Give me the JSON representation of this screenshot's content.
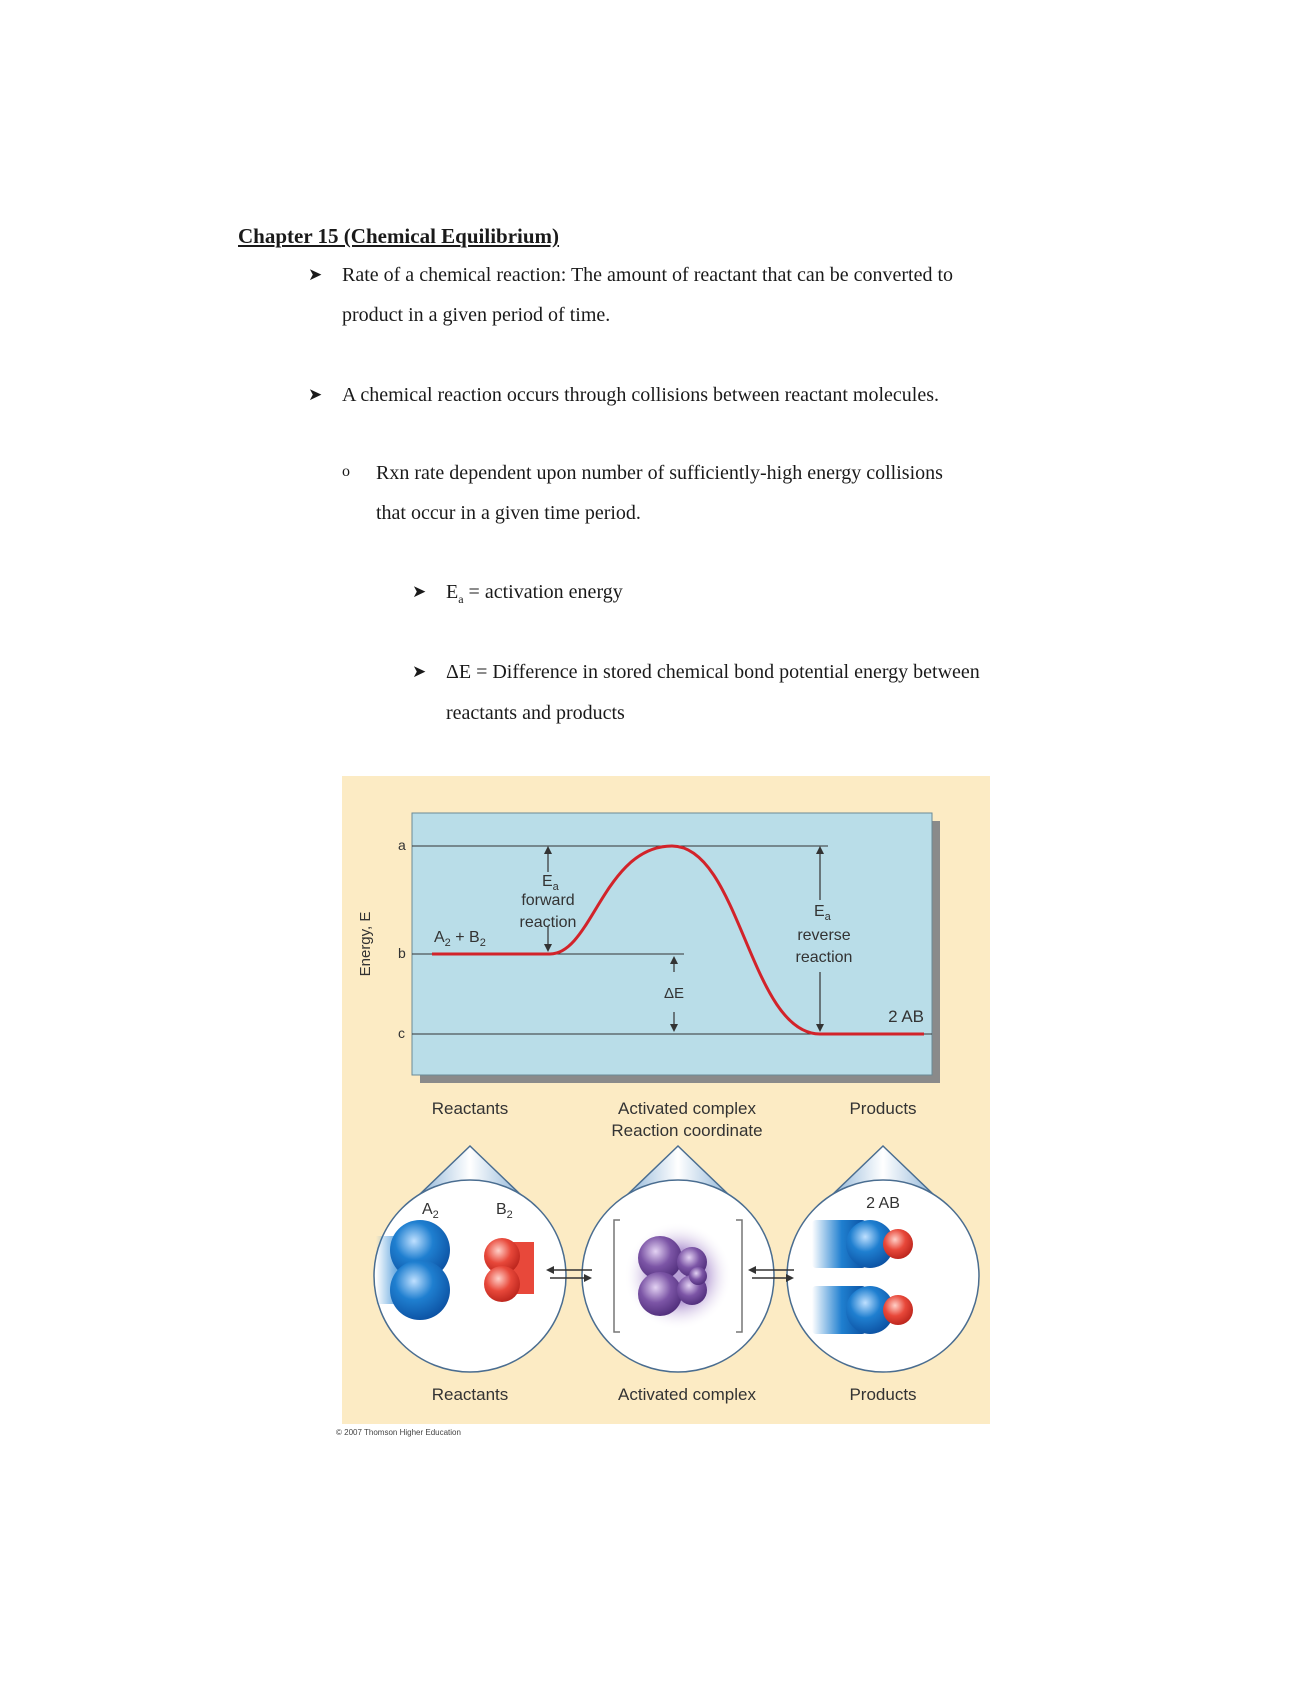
{
  "title": "Chapter 15 (Chemical Equilibrium)",
  "bullets": {
    "rate_line1": "Rate of a chemical reaction: The amount of reactant that can be converted to",
    "rate_line2": "product in a given period of time.",
    "collision": "A chemical reaction occurs through collisions between reactant molecules.",
    "sub_line1": "Rxn rate dependent upon number of sufficiently-high energy collisions",
    "sub_line2": "that occur in a given time period.",
    "ea_symbol": "E",
    "ea_sub": "a",
    "ea_text": " = activation energy",
    "de_line1": "ΔE = Difference in stored chemical bond potential energy between",
    "de_line2": "reactants and products"
  },
  "markers": {
    "arrow": "➤",
    "circle": "o"
  },
  "figure": {
    "y_axis_label": "Energy, E",
    "tick_a": "a",
    "tick_b": "b",
    "tick_c": "c",
    "reactants_formula": "A",
    "reactants_sub1": "2",
    "reactants_plus": " + B",
    "reactants_sub2": "2",
    "ea_forward_E": "E",
    "ea_forward_sub": "a",
    "ea_forward_1": "forward",
    "ea_forward_2": "reaction",
    "ea_reverse_E": "E",
    "ea_reverse_sub": "a",
    "ea_reverse_1": "reverse",
    "ea_reverse_2": "reaction",
    "delta_e": "ΔE",
    "product_label": "2 AB",
    "reactants_top": "Reactants",
    "complex_top": "Activated complex",
    "coordinate": "Reaction coordinate",
    "products_top": "Products",
    "a2_label": "A",
    "a2_sub": "2",
    "b2_label": "B",
    "b2_sub": "2",
    "ab_label": "2 AB",
    "reactants_bottom": "Reactants",
    "complex_bottom": "Activated complex",
    "products_bottom": "Products",
    "colors": {
      "panel_bg": "#fcebc4",
      "plot_bg": "#b9dde8",
      "curve": "#d2232a",
      "blue": "#1f7fd0",
      "red": "#e8483a",
      "purple": "#7c55a6"
    }
  },
  "copyright": "© 2007 Thomson Higher Education"
}
